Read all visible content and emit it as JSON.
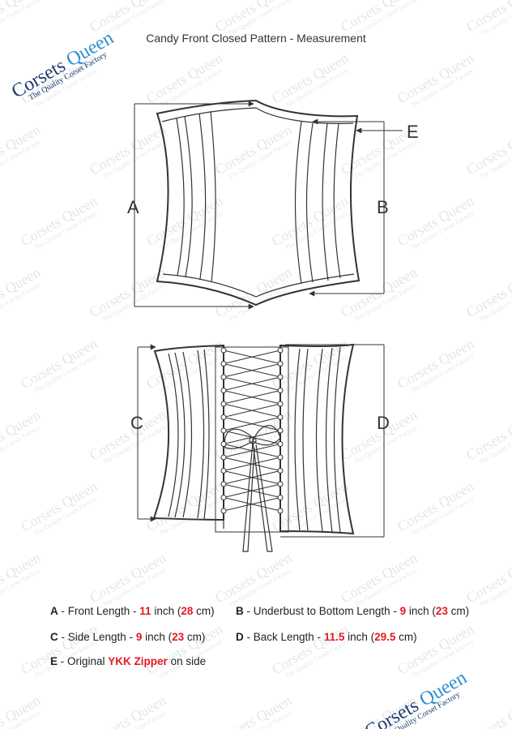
{
  "title": "Candy Front Closed Pattern - Measurement",
  "brand": {
    "name_part1": "Corsets ",
    "name_part2": "Queen",
    "tagline": "The Quality Corset Factory"
  },
  "labels": {
    "a": "A",
    "b": "B",
    "c": "C",
    "d": "D",
    "e": "E"
  },
  "legend": {
    "a": {
      "key": "A",
      "text1": " - Front Length - ",
      "num": "11",
      "text2": " inch (",
      "num2": "28",
      "text3": " cm)"
    },
    "b": {
      "key": "B",
      "text1": " - Underbust to Bottom Length - ",
      "num": "9",
      "text2": " inch (",
      "num2": "23",
      "text3": " cm)"
    },
    "c": {
      "key": "C",
      "text1": " - Side Length - ",
      "num": "9",
      "text2": " inch (",
      "num2": "23",
      "text3": " cm)"
    },
    "d": {
      "key": "D",
      "text1": " - Back Length - ",
      "num": "11.5",
      "text2": " inch (",
      "num2": "29.5",
      "text3": " cm)"
    },
    "e": {
      "key": "E",
      "text1": " - Original ",
      "highlight": "YKK Zipper",
      "text2": " on side"
    }
  },
  "colors": {
    "line": "#333333",
    "accent": "#e41b23",
    "brand_dark": "#1d3d6e",
    "brand_light": "#2f8fd0",
    "watermark": "#c9d3df"
  }
}
